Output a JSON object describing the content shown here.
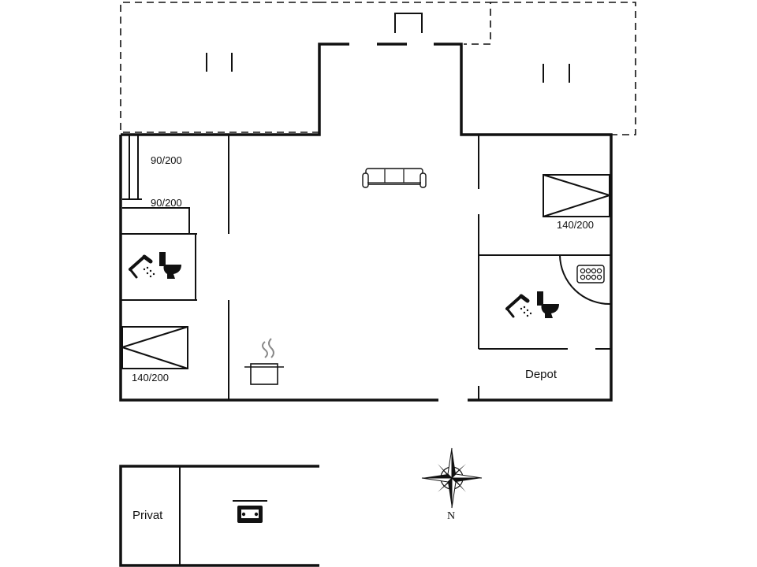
{
  "labels": {
    "bed_single_1": "90/200",
    "bed_single_2": "90/200",
    "bed_double_left": "140/200",
    "bed_double_right": "140/200",
    "depot": "Depot",
    "privat": "Privat",
    "compass_north": "N"
  },
  "icons": {
    "sofa": "sofa-icon",
    "cooking": "cooking-pot-icon",
    "shower_left": "shower-icon",
    "toilet_left": "toilet-icon",
    "shower_right": "shower-icon",
    "toilet_right": "toilet-icon",
    "hot_tub": "hot-tub-icon",
    "car": "car-icon",
    "compass": "compass-rose-icon"
  }
}
